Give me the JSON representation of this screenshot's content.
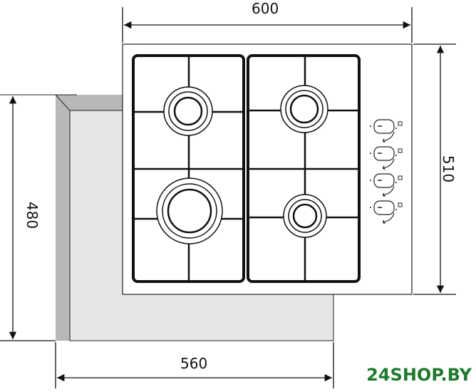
{
  "dimensions": {
    "width_top": "600",
    "height_right": "510",
    "height_left": "480",
    "width_bottom": "560"
  },
  "logo": "24SHOP.BY",
  "colors": {
    "cutout": "#b5b5b5",
    "cutout_inner": "#e6e6e6",
    "logo": "#1f7a2e"
  },
  "knobs": 4,
  "burners": 4
}
